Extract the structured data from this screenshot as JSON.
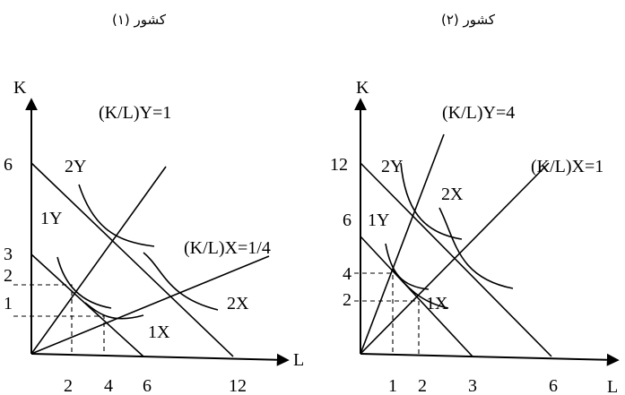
{
  "panels": [
    {
      "title": "کشور (۱)",
      "y_axis": "K",
      "x_axis": "L",
      "ray_y": "(K/L)Y=1",
      "ray_x": "(K/L)X=1/4",
      "y_ticks": [
        "6",
        "3",
        "2",
        "1"
      ],
      "x_ticks": [
        "2",
        "4",
        "6",
        "12"
      ],
      "curves": {
        "y1": "1Y",
        "y2": "2Y",
        "x1": "1X",
        "x2": "2X"
      }
    },
    {
      "title": "کشور (۲)",
      "y_axis": "K",
      "x_axis": "L",
      "ray_y": "(K/L)Y=4",
      "ray_x": "(K/L)X=1",
      "y_ticks": [
        "12",
        "6",
        "4",
        "2"
      ],
      "x_ticks": [
        "1",
        "2",
        "3",
        "6"
      ],
      "curves": {
        "y1": "1Y",
        "y2": "2Y",
        "x1": "2X",
        "x2": "1X"
      }
    }
  ]
}
